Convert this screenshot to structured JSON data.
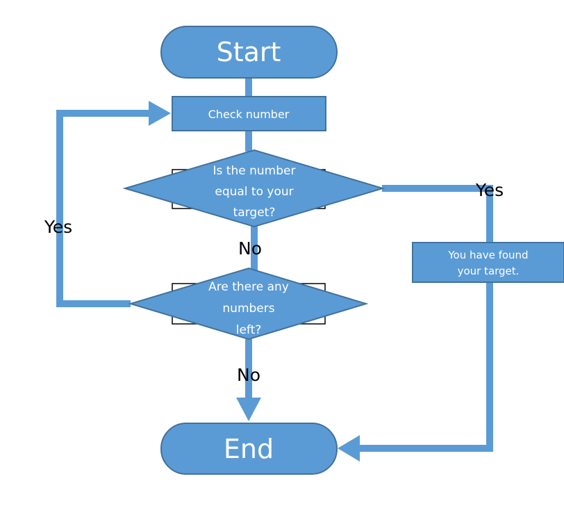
{
  "colors": {
    "fill": "#5B9BD5",
    "stroke": "#41719C",
    "connector": "#5B9BD5",
    "label": "#000000",
    "node_text": "#ffffff"
  },
  "nodes": {
    "start": "Start",
    "check": "Check number",
    "decision1": [
      "Is the number",
      "equal to your",
      "target?"
    ],
    "found": [
      "You have found",
      "your target."
    ],
    "decision2": [
      "Are there any",
      "numbers",
      "left?"
    ],
    "end": "End"
  },
  "edges": {
    "yes_found": "Yes",
    "no_next": "No",
    "yes_loop": "Yes",
    "no_end": "No"
  }
}
